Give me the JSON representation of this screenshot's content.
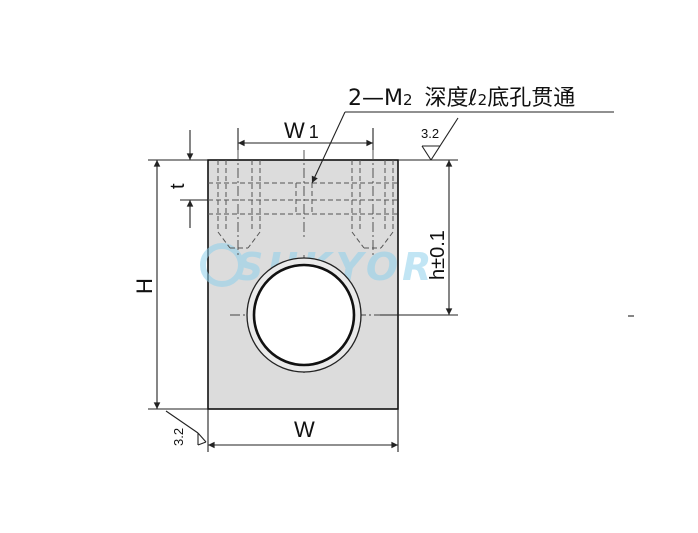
{
  "callout": {
    "thread": "2—M",
    "thread_sub": "2",
    "depth_prefix": "深度",
    "depth_symbol": "ℓ",
    "depth_sub": "2",
    "depth_suffix": "底孔贯通"
  },
  "dimensions": {
    "w1": "W",
    "w1_sub": "1",
    "t": "t",
    "h_total": "H",
    "h_tol": "h±0.1",
    "w": "W"
  },
  "surface_finish": {
    "top": "3.2",
    "bottom": "3.2"
  },
  "watermark": {
    "text": "SUKYOR",
    "color": "#8fd0ec"
  }
}
